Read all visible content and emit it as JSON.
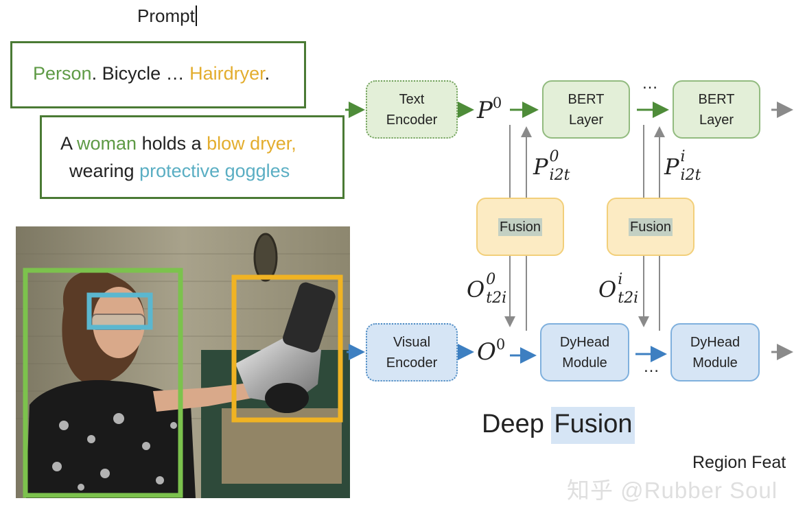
{
  "prompt": {
    "title": "Prompt",
    "box1": {
      "seg1": "Person",
      "seg2": ". Bicycle … ",
      "seg3": "Hairdryer",
      "seg4": "."
    },
    "box2": {
      "line1": {
        "seg1": "A ",
        "seg2": "woman",
        "seg3": " holds a ",
        "seg4": "blow dryer,"
      },
      "line2": {
        "seg1": "wearing ",
        "seg2": "protective goggles"
      }
    }
  },
  "image": {
    "box_colors": {
      "person": "#7cc24d",
      "goggles": "#5bb7cf",
      "dryer": "#f0b323"
    }
  },
  "nodes": {
    "text_encoder": {
      "line1": "Text",
      "line2": "Encoder"
    },
    "bert_1": {
      "line1": "BERT",
      "line2": "Layer"
    },
    "bert_2": {
      "line1": "BERT",
      "line2": "Layer"
    },
    "fusion_1": "Fusion",
    "fusion_2": "Fusion",
    "visual_encoder": {
      "line1": "Visual",
      "line2": "Encoder"
    },
    "dyhead_1": {
      "line1": "DyHead",
      "line2": "Module"
    },
    "dyhead_2": {
      "line1": "DyHead",
      "line2": "Module"
    }
  },
  "math": {
    "p0": {
      "base": "P",
      "sup": "0"
    },
    "o0": {
      "base": "O",
      "sup": "0"
    },
    "p_i2t_0": {
      "base": "P",
      "sup": "0",
      "sub": "i2t"
    },
    "p_i2t_i": {
      "base": "P",
      "sup": "i",
      "sub": "i2t"
    },
    "o_t2i_0": {
      "base": "O",
      "sup": "0",
      "sub": "t2i"
    },
    "o_t2i_i": {
      "base": "O",
      "sup": "i",
      "sub": "t2i"
    }
  },
  "ellipsis_top": "…",
  "ellipsis_bottom": "…",
  "deep_fusion": {
    "word1": "Deep",
    "word2": "Fusion"
  },
  "region_label": "Region Feat",
  "watermark": "知乎 @Rubber Soul",
  "colors": {
    "text_stream": "#4e8c39",
    "visual_stream": "#3d7fc1",
    "fusion_arrows": "#8a8a8a"
  }
}
